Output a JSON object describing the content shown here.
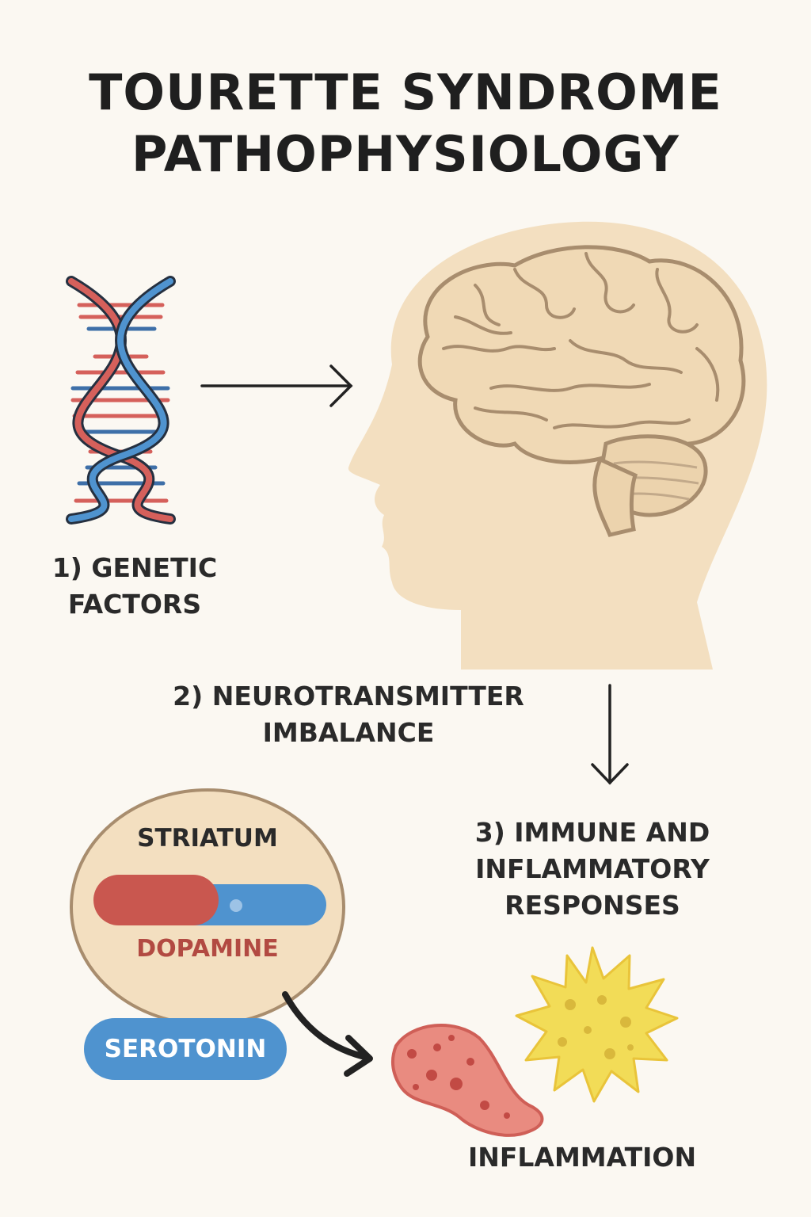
{
  "title": {
    "line1": "TOURETTE SYNDROME",
    "line2": "PATHOPHYSIOLOGY"
  },
  "steps": {
    "genetic": {
      "line1": "1) GENETIC",
      "line2": "FACTORS"
    },
    "neuro": {
      "line1": "2) NEUROTRANSMITTER",
      "line2": "IMBALANCE"
    },
    "immune": {
      "line1": "3) IMMUNE AND",
      "line2": "INFLAMMATORY",
      "line3": "RESPONSES"
    }
  },
  "striatum": {
    "label": "STRIATUM",
    "dopamine": "DOPAMINE"
  },
  "serotonin": {
    "label": "SEROTONIN"
  },
  "inflammation": {
    "label": "INFLAMMATION"
  },
  "colors": {
    "background": "#fbf8f2",
    "skin": "#f3dfc0",
    "brain_outline": "#a88d6e",
    "dna_red": "#d5605b",
    "dna_blue": "#4f93cf",
    "virus_yellow": "#f2dc57",
    "tissue_pink": "#e98b80"
  }
}
